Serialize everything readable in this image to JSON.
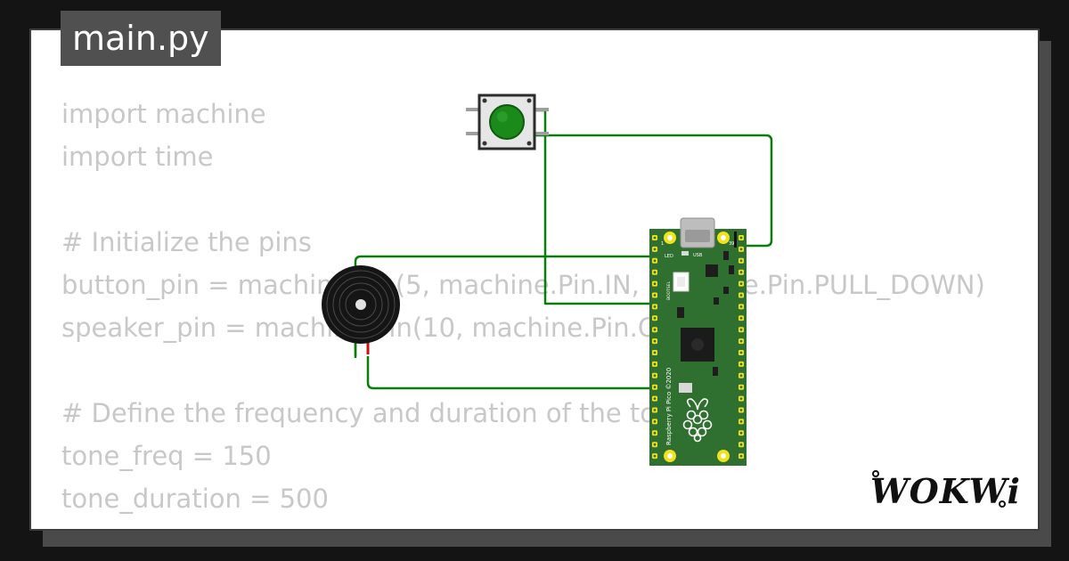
{
  "file_tab": {
    "label": "main.py"
  },
  "code": {
    "lines": [
      "import machine",
      "import time",
      "",
      "# Initialize the pins",
      "button_pin = machine.Pin(5, machine.Pin.IN, machine.Pin.PULL_DOWN)",
      "speaker_pin = machine.Pin(10, machine.Pin.OUT)",
      "",
      "# Define the frequency and duration of the tone",
      "tone_freq = 150",
      "tone_duration = 500"
    ]
  },
  "board": {
    "usb_label": "USB",
    "led_label": "LED",
    "bootsel_label": "BOOTSEL",
    "silkscreen": "Raspberry Pi Pico ©2020",
    "pin_label_left": "1",
    "pin_label_right": "39"
  },
  "logo": {
    "text": "WOKWi"
  },
  "colors": {
    "background": "#141414",
    "card": "#ffffff",
    "tab": "#505050",
    "code_text": "#c8c8c8",
    "wire": "#0a7d0a",
    "button_cap": "#1a8a1a",
    "pico_board": "#2f6f2f",
    "pin_pad": "#f2e21a",
    "buzzer": "#151515",
    "buzzer_red_lead": "#cc1111"
  },
  "icons": {
    "pushbutton": "pushbutton-icon",
    "buzzer": "buzzer-icon",
    "raspberry": "raspberry-logo-icon"
  }
}
